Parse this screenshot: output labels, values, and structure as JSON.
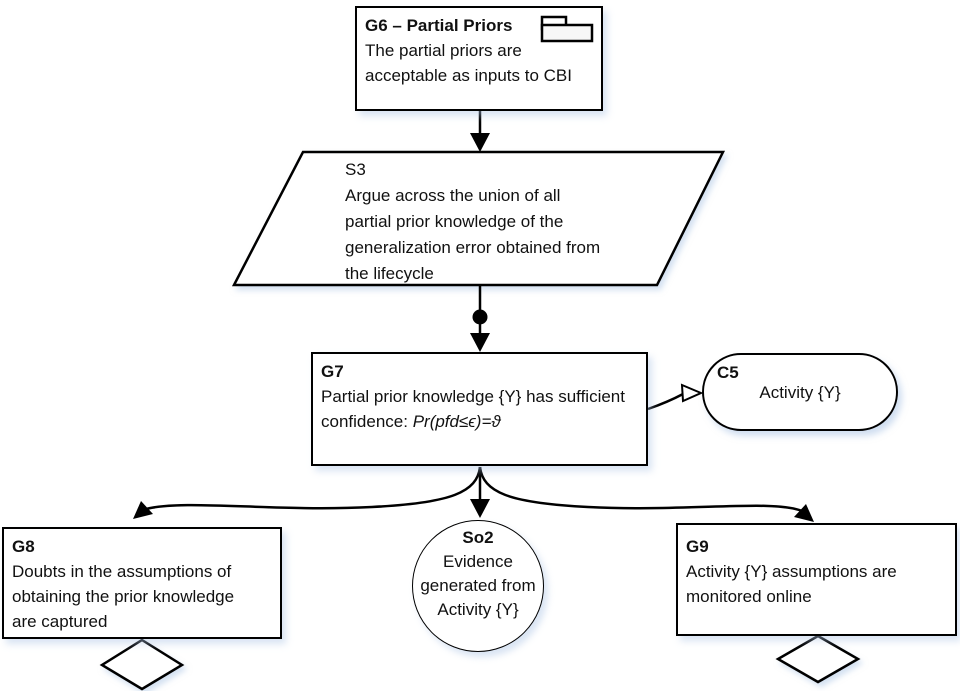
{
  "meta": {
    "background_color": "#ffffff",
    "stroke_color": "#000000",
    "shadow_color": "#aac3e4",
    "notation": "GSN argument diagram"
  },
  "nodes": {
    "g6": {
      "id": "G6 – Partial Priors",
      "body": "The partial priors are acceptable as inputs to CBI",
      "shape": "rectangle",
      "decorator_icon": "module-folder-icon"
    },
    "s3": {
      "id": "S3",
      "body": "Argue across the union of all partial prior knowledge of the generalization error obtained from the lifecycle",
      "shape": "parallelogram"
    },
    "g7": {
      "id": "G7",
      "body": "Partial prior knowledge {Y} has sufficient confidence: ",
      "formula": "Pr(pfd≤ϵ)=ϑ",
      "shape": "rectangle"
    },
    "c5": {
      "id": "C5",
      "body": "Activity {Y}",
      "shape": "stadium"
    },
    "g8": {
      "id": "G8",
      "body": "Doubts in the assumptions of obtaining the prior knowledge are captured",
      "shape": "rectangle",
      "undeveloped_marker": "diamond"
    },
    "so2": {
      "id": "So2",
      "body": "Evidence generated from Activity {Y}",
      "shape": "circle"
    },
    "g9": {
      "id": "G9",
      "body": "Activity {Y} assumptions are monitored online",
      "shape": "rectangle",
      "undeveloped_marker": "diamond"
    }
  },
  "connectors": [
    {
      "from": "G6",
      "to": "S3",
      "type": "supported-by",
      "arrowhead": "solid"
    },
    {
      "from": "S3",
      "to": "G7",
      "type": "supported-by",
      "arrowhead": "solid",
      "decorator": "multiplicity-dot"
    },
    {
      "from": "G7",
      "to": "C5",
      "type": "in-context-of",
      "arrowhead": "hollow"
    },
    {
      "from": "G7",
      "to": "G8",
      "type": "supported-by",
      "arrowhead": "solid"
    },
    {
      "from": "G7",
      "to": "So2",
      "type": "supported-by",
      "arrowhead": "solid"
    },
    {
      "from": "G7",
      "to": "G9",
      "type": "supported-by",
      "arrowhead": "solid"
    }
  ]
}
